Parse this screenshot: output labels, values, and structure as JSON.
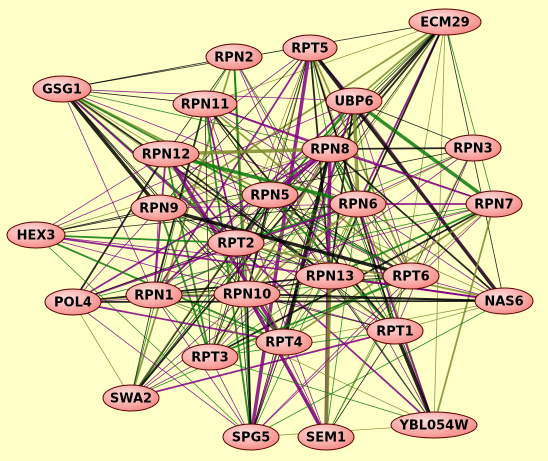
{
  "colors": {
    "background": "#ffffc8",
    "node_fill": "#f58a85",
    "node_highlight": "#fde0dd",
    "node_stroke": "#5a0000",
    "edge_colors": [
      "#000000",
      "#800080",
      "#0a7a0a",
      "#7a8a2a"
    ]
  },
  "nodes": [
    {
      "id": "ECM29",
      "label": "ECM29"
    },
    {
      "id": "RPT5",
      "label": "RPT5"
    },
    {
      "id": "RPN2",
      "label": "RPN2"
    },
    {
      "id": "GSG1",
      "label": "GSG1"
    },
    {
      "id": "RPN11",
      "label": "RPN11"
    },
    {
      "id": "UBP6",
      "label": "UBP6"
    },
    {
      "id": "RPN8",
      "label": "RPN8"
    },
    {
      "id": "RPN3",
      "label": "RPN3"
    },
    {
      "id": "RPN12",
      "label": "RPN12"
    },
    {
      "id": "RPN5",
      "label": "RPN5"
    },
    {
      "id": "RPN6",
      "label": "RPN6"
    },
    {
      "id": "RPN7",
      "label": "RPN7"
    },
    {
      "id": "RPN9",
      "label": "RPN9"
    },
    {
      "id": "HEX3",
      "label": "HEX3"
    },
    {
      "id": "RPT2",
      "label": "RPT2"
    },
    {
      "id": "RPN13",
      "label": "RPN13"
    },
    {
      "id": "RPT6",
      "label": "RPT6"
    },
    {
      "id": "POL4",
      "label": "POL4"
    },
    {
      "id": "RPN1",
      "label": "RPN1"
    },
    {
      "id": "RPN10",
      "label": "RPN10"
    },
    {
      "id": "NAS6",
      "label": "NAS6"
    },
    {
      "id": "RPT1",
      "label": "RPT1"
    },
    {
      "id": "RPT4",
      "label": "RPT4"
    },
    {
      "id": "RPT3",
      "label": "RPT3"
    },
    {
      "id": "SWA2",
      "label": "SWA2"
    },
    {
      "id": "YBL054W",
      "label": "YBL054W"
    },
    {
      "id": "SPG5",
      "label": "SPG5"
    },
    {
      "id": "SEM1",
      "label": "SEM1"
    }
  ]
}
